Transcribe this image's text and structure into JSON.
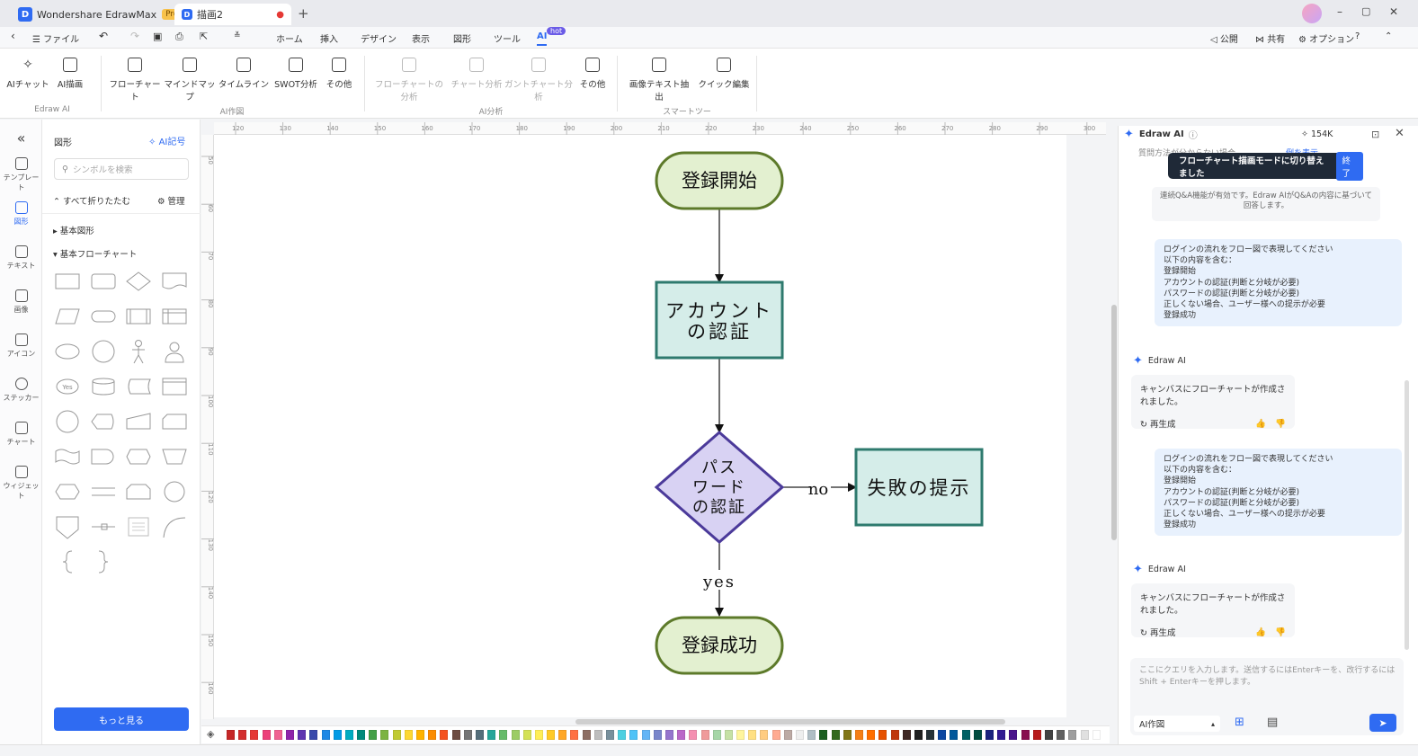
{
  "titlebar": {
    "app_tab": "Wondershare EdrawMax",
    "pro_badge": "Pro",
    "doc_tab": "描画2",
    "window_controls": [
      "–",
      "▢",
      "✕"
    ]
  },
  "menubar": {
    "file": "ファイル",
    "menus": [
      "ホーム",
      "挿入",
      "デザイン",
      "表示",
      "図形",
      "ツール",
      "AI"
    ],
    "ai_badge": "hot",
    "right": [
      "公開",
      "共有",
      "オプション"
    ]
  },
  "ribbon": {
    "edraw_ai": [
      "AIチャット",
      "AI描画"
    ],
    "ai_drawing": [
      "フローチャート",
      "マインドマップ",
      "タイムライン",
      "SWOT分析",
      "その他"
    ],
    "ai_analysis": [
      "フローチャートの分析",
      "チャート分析",
      "ガントチャート分析",
      "その他"
    ],
    "smart_tools": [
      "画像テキスト抽出",
      "クイック編集"
    ],
    "groups": [
      "Edraw AI",
      "AI作図",
      "AI分析",
      "スマートツール"
    ]
  },
  "leftbar": {
    "items": [
      "テンプレート",
      "図形",
      "テキスト",
      "画像",
      "アイコン",
      "ステッカー",
      "チャート",
      "ウィジェット"
    ]
  },
  "shapes": {
    "title": "図形",
    "ai_symbol": "AI記号",
    "search_placeholder": "シンボルを検索",
    "collapse_all": "すべて折りたたむ",
    "manage": "管理",
    "basic_shapes": "基本図形",
    "basic_flowchart": "基本フローチャート",
    "more": "もっと見る",
    "yes_label": "Yes"
  },
  "ruler": {
    "h_ticks": [
      "120",
      "130",
      "140",
      "150",
      "160",
      "170",
      "180",
      "190",
      "200",
      "210",
      "220",
      "230",
      "240",
      "250",
      "260",
      "270",
      "280",
      "290",
      "300"
    ],
    "v_ticks": [
      "50",
      "60",
      "70",
      "80",
      "90",
      "100",
      "110",
      "120",
      "130",
      "140",
      "150",
      "160"
    ]
  },
  "flowchart": {
    "start": "登録開始",
    "account_line1": "アカウント",
    "account_line2": "の認証",
    "pw_line1": "パス",
    "pw_line2": "ワード",
    "pw_line3": "の認証",
    "no_label": "no",
    "fail": "失敗の提示",
    "yes_label": "yes",
    "success": "登録成功",
    "colors": {
      "terminal_fill": "#e3f0d0",
      "terminal_stroke": "#5d7a2a",
      "process_fill": "#d5ede9",
      "process_stroke": "#2e7a6e",
      "decision_fill": "#d8d2f3",
      "decision_stroke": "#4b3a9a"
    }
  },
  "aipanel": {
    "title": "Edraw AI",
    "credits": "154K",
    "tooltip_text": "フローチャート描画モードに切り替えました",
    "tooltip_button": "終了",
    "hidden_line_left": "質問方法が分からない場合",
    "hidden_line_right": "例を表示",
    "info": "連続Q&A機能が有効です。Edraw AIがQ&Aの内容に基づいて回答します。",
    "user_message_lines": [
      "ログインの流れをフロー図で表現してください",
      "以下の内容を含む：",
      "登録開始",
      "アカウントの認証(判断と分岐が必要)",
      "パスワードの認証(判断と分岐が必要)",
      "正しくない場合、ユーザー様への提示が必要",
      "登録成功"
    ],
    "ai_name": "Edraw AI",
    "ai_reply": "キャンバスにフローチャートが作成されました。",
    "regenerate": "再生成",
    "input_placeholder": "ここにクエリを入力します。送信するにはEnterキーを、改行するにはShift + Enterキーを押します。",
    "mode_select": "AI作図"
  },
  "palette": {
    "colors": [
      "#c62828",
      "#d32f2f",
      "#e53935",
      "#ec407a",
      "#f06292",
      "#8e24aa",
      "#5e35b1",
      "#3949ab",
      "#1e88e5",
      "#039be5",
      "#00acc1",
      "#00897b",
      "#43a047",
      "#7cb342",
      "#c0ca33",
      "#fdd835",
      "#ffb300",
      "#fb8c00",
      "#f4511e",
      "#6d4c41",
      "#757575",
      "#546e7a",
      "#26a69a",
      "#66bb6a",
      "#9ccc65",
      "#d4e157",
      "#ffee58",
      "#ffca28",
      "#ffa726",
      "#ff7043",
      "#8d6e63",
      "#bdbdbd",
      "#78909c",
      "#4dd0e1",
      "#4fc3f7",
      "#64b5f6",
      "#7986cb",
      "#9575cd",
      "#ba68c8",
      "#f48fb1",
      "#ef9a9a",
      "#a5d6a7",
      "#c5e1a5",
      "#fff59d",
      "#ffe082",
      "#ffcc80",
      "#ffab91",
      "#bcaaa4",
      "#eeeeee",
      "#b0bec5",
      "#1b5e20",
      "#33691e",
      "#827717",
      "#f57f17",
      "#ff6f00",
      "#e65100",
      "#bf360c",
      "#3e2723",
      "#212121",
      "#263238",
      "#0d47a1",
      "#01579b",
      "#006064",
      "#004d40",
      "#1a237e",
      "#311b92",
      "#4a148c",
      "#880e4f",
      "#b71c1c",
      "#424242",
      "#616161",
      "#9e9e9e",
      "#e0e0e0",
      "#ffffff"
    ]
  }
}
